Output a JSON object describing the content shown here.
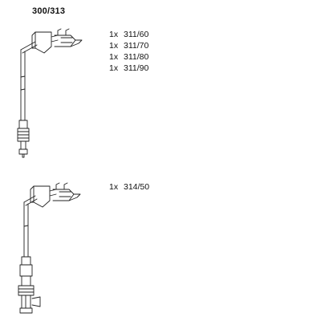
{
  "title": "300/313",
  "sets": [
    {
      "items": [
        {
          "qty": "1x",
          "code": "311/60"
        },
        {
          "qty": "1x",
          "code": "311/70"
        },
        {
          "qty": "1x",
          "code": "311/80"
        },
        {
          "qty": "1x",
          "code": "311/90"
        }
      ]
    },
    {
      "items": [
        {
          "qty": "1x",
          "code": "314/50"
        }
      ]
    }
  ]
}
